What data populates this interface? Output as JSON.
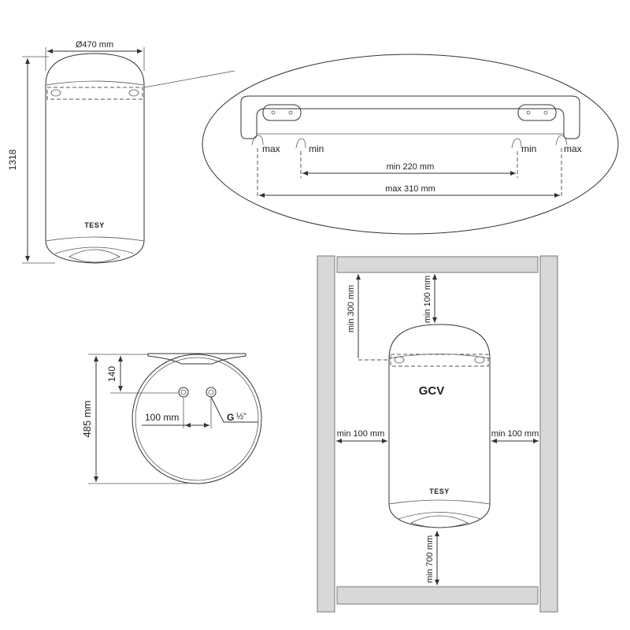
{
  "front_view": {
    "width_label": "Ø470 mm",
    "height_label": "1318",
    "brand": "TESY"
  },
  "bracket_detail": {
    "left_max_label": "max",
    "left_min_label": "min",
    "right_min_label": "min",
    "right_max_label": "max",
    "min_span_label": "min 220 mm",
    "max_span_label": "max 310 mm"
  },
  "top_view": {
    "depth_label": "485 mm",
    "pipe_offset_label": "140",
    "pipe_spacing_label": "100 mm",
    "thread_label": "G",
    "thread_size": "½\""
  },
  "installation_view": {
    "model": "GCV",
    "brand": "TESY",
    "top_clearance_label": "min 100 mm",
    "bracket_clearance_label": "min 300 mm",
    "left_clearance_label": "min 100 mm",
    "right_clearance_label": "min 100 mm",
    "bottom_clearance_label": "min 700 mm"
  }
}
